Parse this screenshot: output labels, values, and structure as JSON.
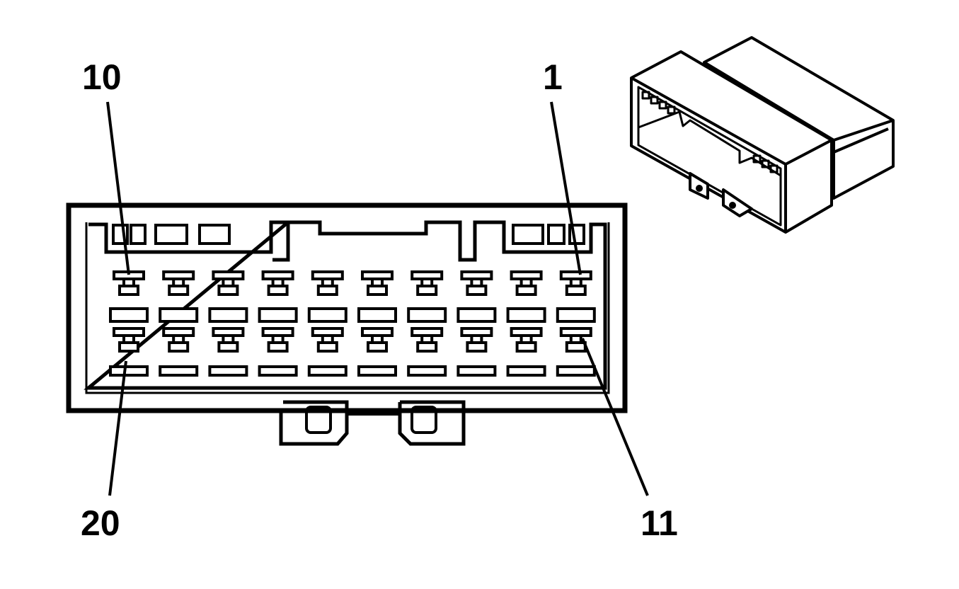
{
  "diagram": {
    "type": "connector-pinout",
    "rows": [
      {
        "pins": 10,
        "first": 1,
        "last": 10
      },
      {
        "pins": 10,
        "first": 11,
        "last": 20
      }
    ],
    "callouts": {
      "pin_10": "10",
      "pin_1": "1",
      "pin_20": "20",
      "pin_11": "11"
    }
  }
}
